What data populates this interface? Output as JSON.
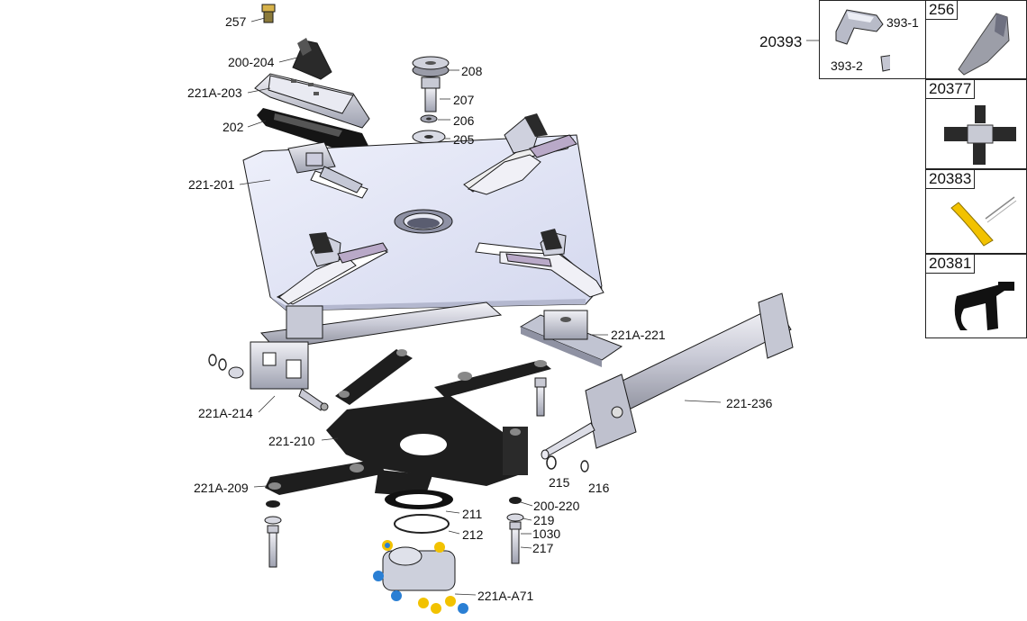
{
  "labels": {
    "p257": "257",
    "p200_204": "200-204",
    "p221A_203": "221A-203",
    "p202": "202",
    "p221_201": "221-201",
    "p208": "208",
    "p207": "207",
    "p206": "206",
    "p205": "205",
    "p221A_221": "221A-221",
    "p221A_214": "221A-214",
    "p221_236": "221-236",
    "p221_210": "221-210",
    "p221A_209": "221A-209",
    "p215": "215",
    "p216": "216",
    "p200_220": "200-220",
    "p211": "211",
    "p219": "219",
    "p1030": "1030",
    "p212": "212",
    "p217": "217",
    "p221A_A71": "221A-A71"
  },
  "accessories": {
    "group": "20393",
    "sub1": "393-1",
    "sub2": "393-2",
    "items": [
      {
        "id": "256",
        "icon": "jaw-protector-icon"
      },
      {
        "id": "20377",
        "icon": "clamp-set-icon"
      },
      {
        "id": "20383",
        "icon": "bead-lever-icon"
      },
      {
        "id": "20381",
        "icon": "mount-head-icon"
      }
    ]
  },
  "colors": {
    "plate": "#dfe2f2",
    "dark": "#1e1e1e",
    "metal": "#b8bbc8",
    "yellow": "#f2c200",
    "blue": "#2a7fd4"
  }
}
